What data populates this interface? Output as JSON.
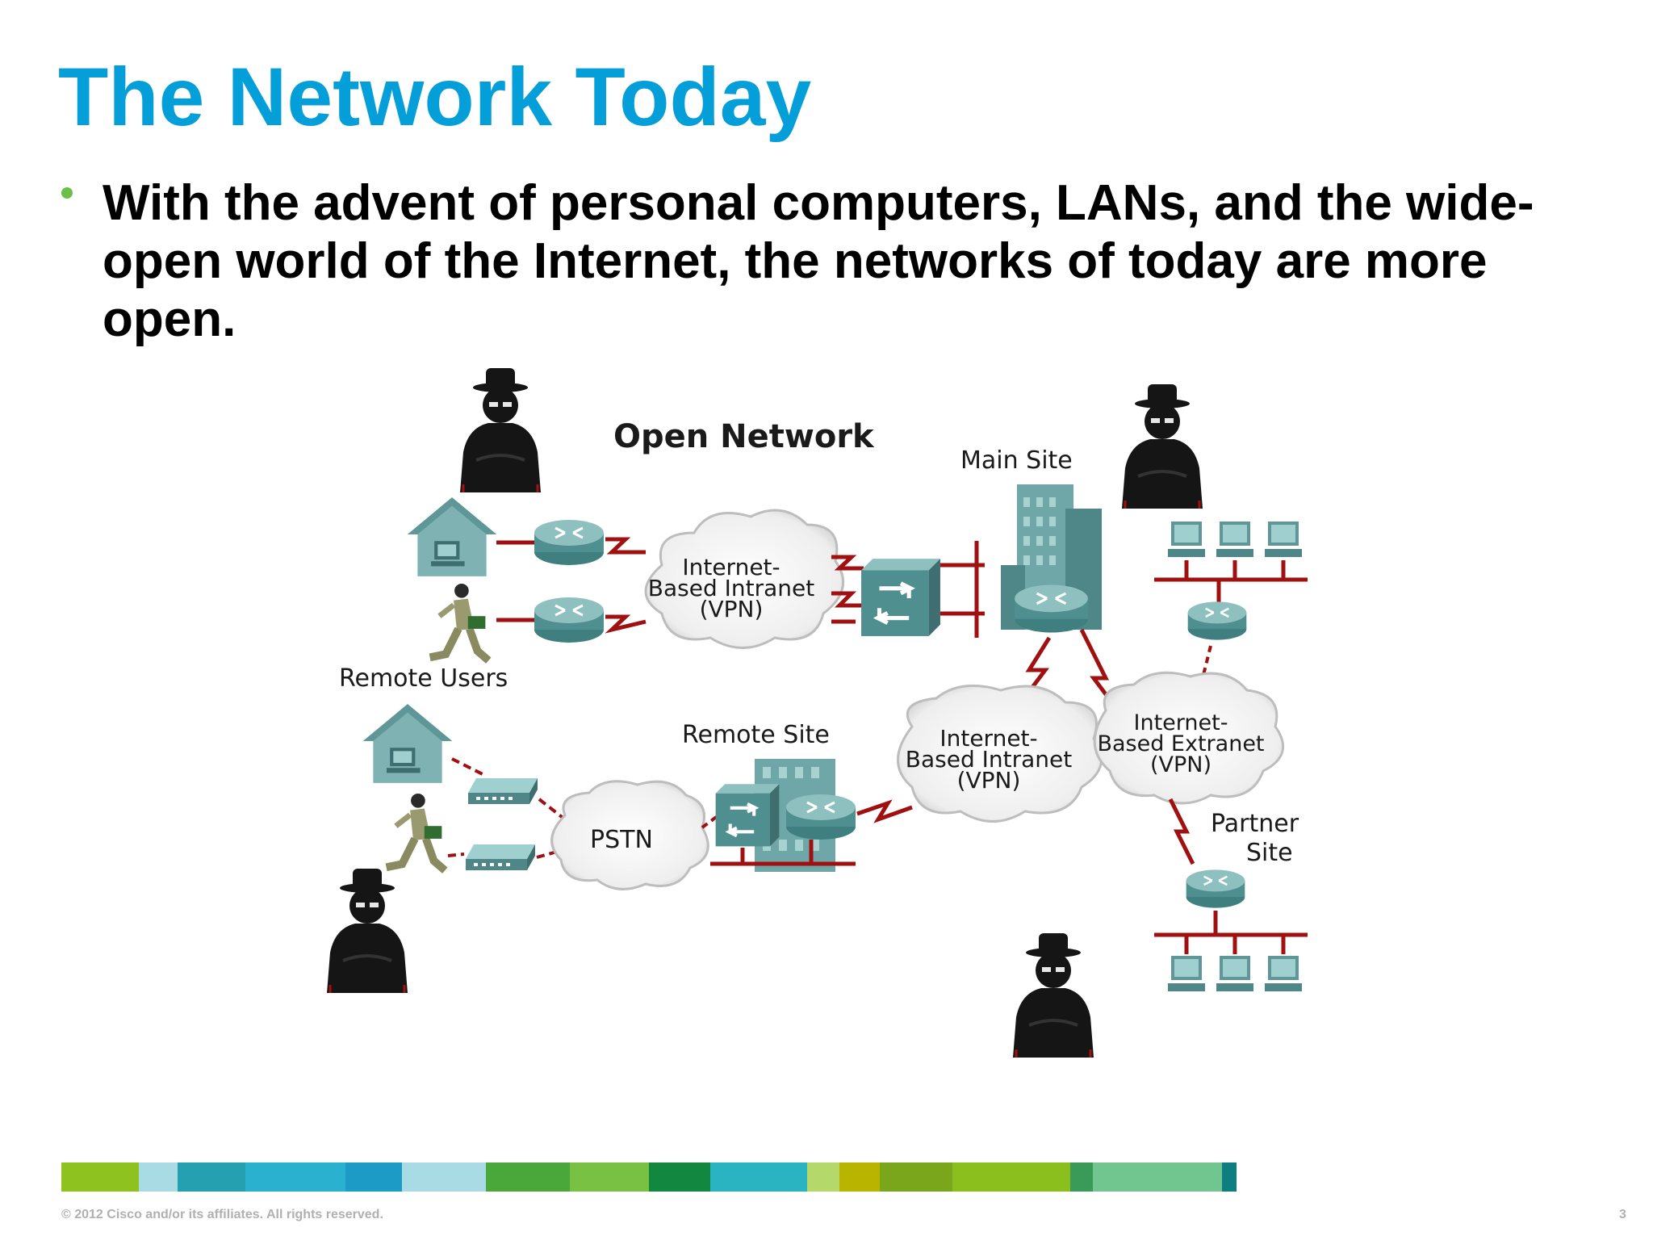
{
  "slide": {
    "title": "The Network Today",
    "bullet": "With the advent of personal computers, LANs, and the wide-open world of the Internet, the networks of today are more open."
  },
  "diagram": {
    "title": "Open Network",
    "labels": {
      "main_site": "Main Site",
      "remote_users": "Remote Users",
      "remote_site": "Remote Site",
      "partner_site_1": "Partner",
      "partner_site_2": "Site",
      "pstn": "PSTN",
      "intranet_top": [
        "Internet-",
        "Based Intranet",
        "(VPN)"
      ],
      "intranet_mid": [
        "Internet-",
        "Based Intranet",
        "(VPN)"
      ],
      "extranet": [
        "Internet-",
        "Based Extranet",
        "(VPN)"
      ]
    },
    "colors": {
      "device_teal": "#5f9ea0",
      "link_red": "#a01010",
      "hacker_black": "#111111",
      "cloud_fill": "#f4f4f4"
    }
  },
  "footer": {
    "copyright": "© 2012 Cisco and/or its affiliates. All rights reserved.",
    "page_number": "3",
    "stripe_colors": [
      "#8dc21f",
      "#a9dbe5",
      "#24a0b0",
      "#2ab1cf",
      "#1c9bc7",
      "#a9dbe5",
      "#4aa83b",
      "#79c143",
      "#12873f",
      "#2ab3c0",
      "#b5d86a",
      "#b8b400",
      "#7aa61b",
      "#8bbf1e",
      "#3a9b58",
      "#71c58e",
      "#0f7e80"
    ]
  }
}
